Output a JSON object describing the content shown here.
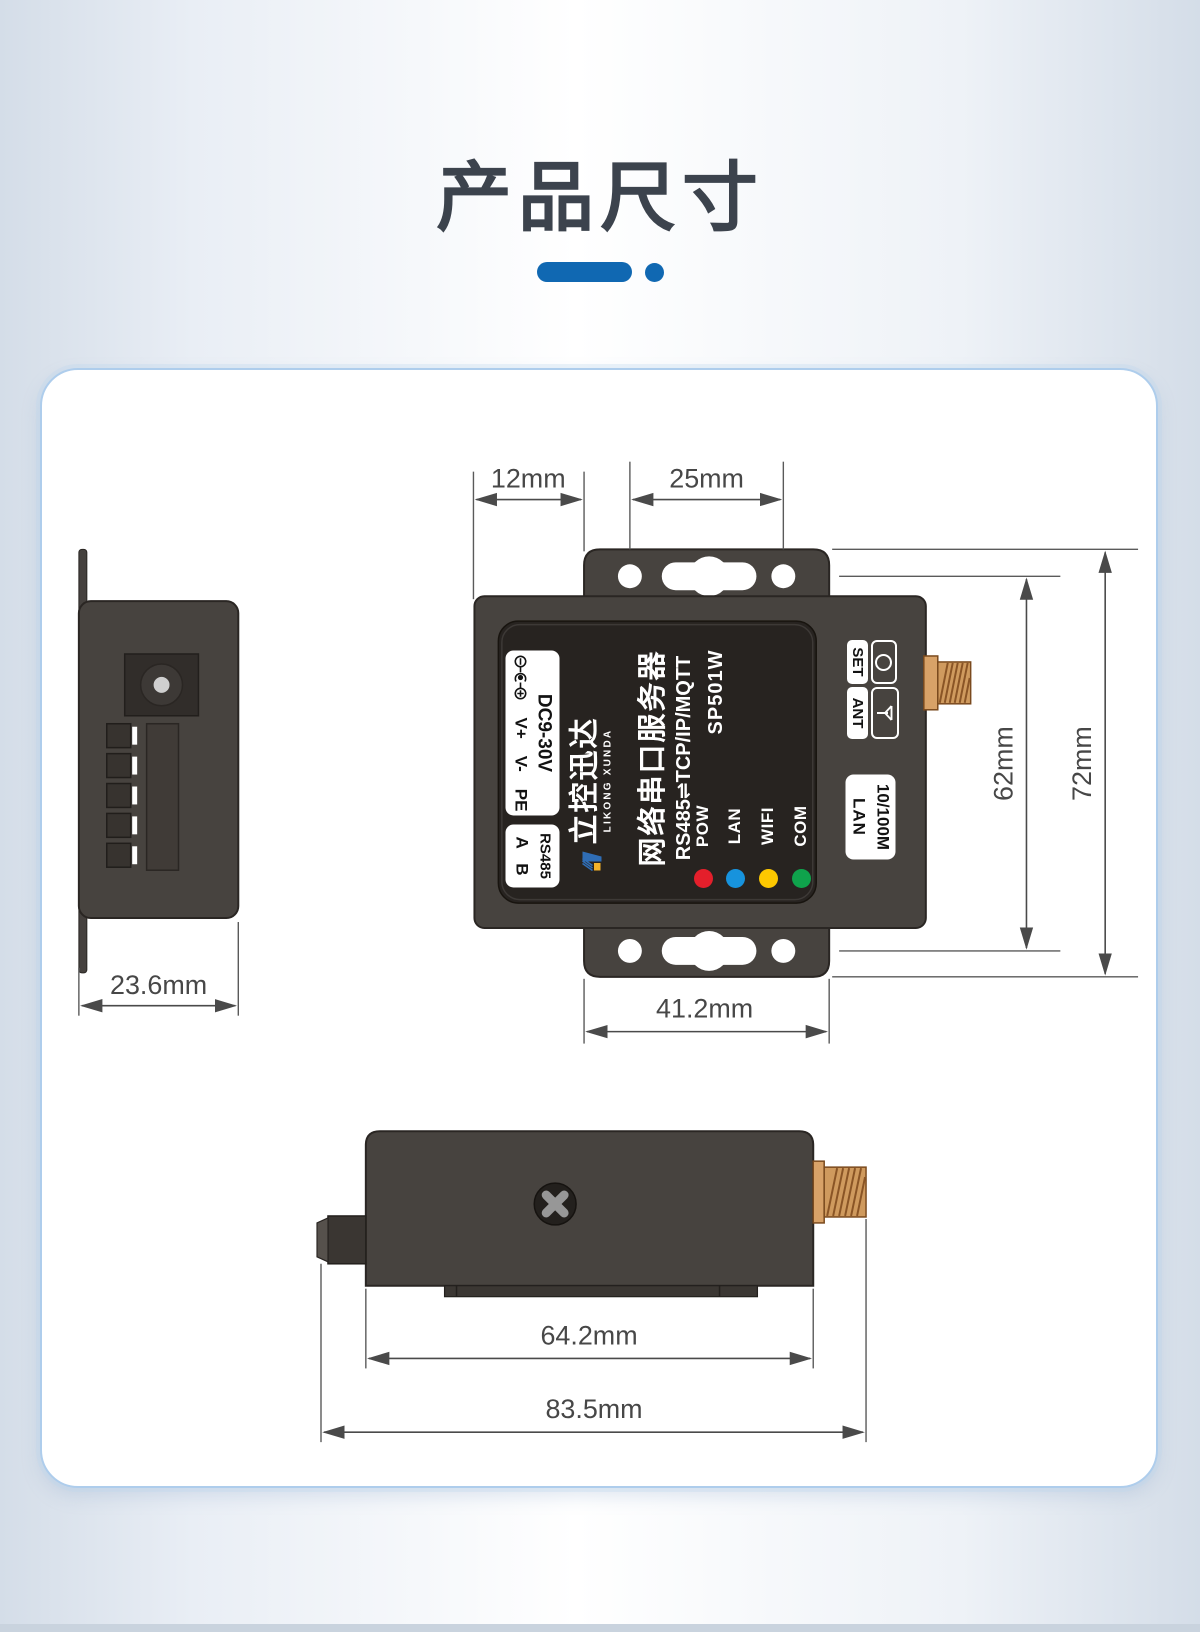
{
  "page": {
    "title": "产品尺寸"
  },
  "accent_color": "#1068b2",
  "dimensions": {
    "side_width": "23.6mm",
    "flange_offset": "12mm",
    "mount_hole_spacing_x": "25mm",
    "body_width": "41.2mm",
    "mount_hole_spacing_y": "62mm",
    "overall_height": "72mm",
    "body_length": "64.2mm",
    "overall_length": "83.5mm"
  },
  "device": {
    "power_label": {
      "voltage": "DC9-30V",
      "pins": [
        "V+",
        "V-",
        "PE"
      ]
    },
    "rs485_label": {
      "title": "RS485",
      "pins": [
        "A",
        "B"
      ]
    },
    "brand": {
      "name_cn": "立控迅达",
      "name_en": "LIKONG XUNDA"
    },
    "product_title": "网络串口服务器",
    "protocol": "RS485⇌TCP/IP/MQTT",
    "model": "SP501W",
    "leds": [
      {
        "label": "POW",
        "color": "#e41f2b"
      },
      {
        "label": "LAN",
        "color": "#1793dd"
      },
      {
        "label": "WIFI",
        "color": "#fdc800"
      },
      {
        "label": "COM",
        "color": "#0fa34c"
      }
    ],
    "set_label": "SET",
    "ant_label": "ANT",
    "lan_port_label": {
      "line1": "10/100M",
      "line2": "LAN"
    }
  }
}
